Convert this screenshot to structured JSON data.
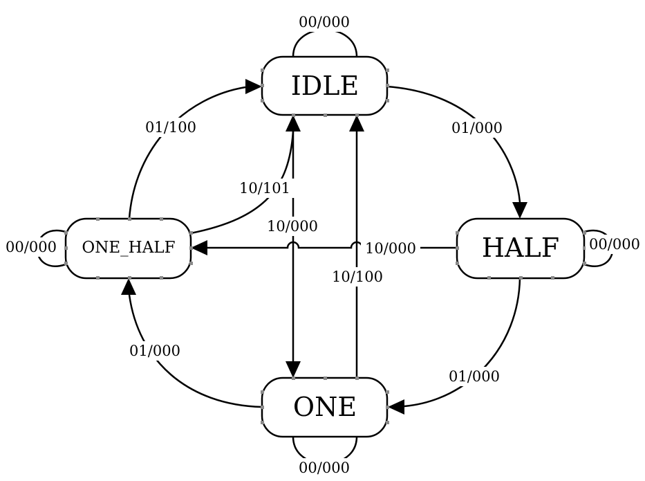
{
  "states": {
    "idle": "IDLE",
    "half": "HALF",
    "one": "ONE",
    "one_half": "ONE_HALF"
  },
  "transitions": {
    "idle_self": "00/000",
    "idle_to_half": "01/000",
    "idle_to_one": "10/000",
    "half_self": "00/000",
    "half_to_one": "01/000",
    "half_to_one_half": "10/000",
    "one_self": "00/000",
    "one_to_one_half": "01/000",
    "one_to_idle": "10/100",
    "one_half_self": "00/000",
    "one_half_to_idle_01": "01/100",
    "one_half_to_idle_10": "10/101"
  }
}
